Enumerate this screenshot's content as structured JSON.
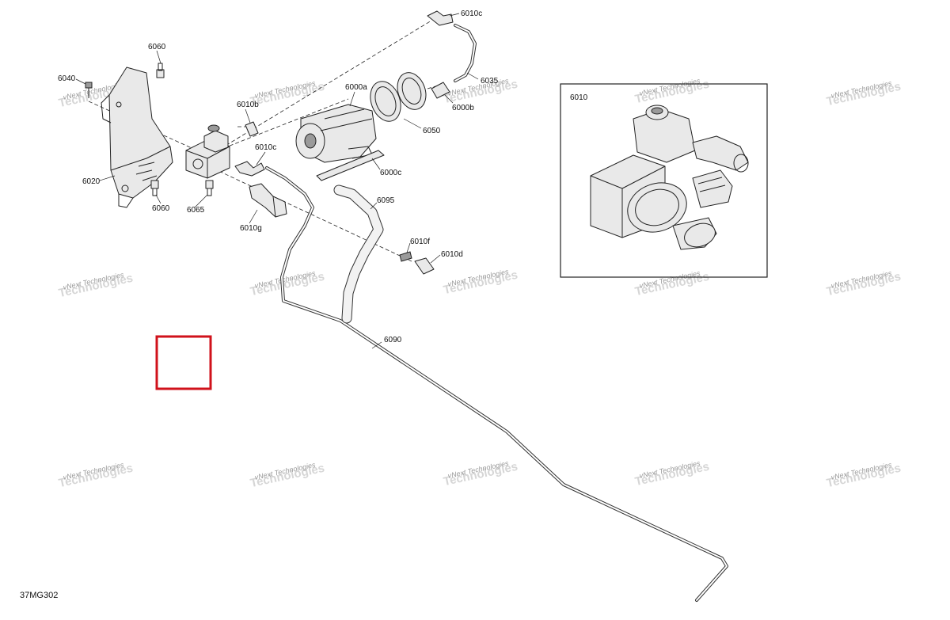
{
  "diagram_code": "37MG302",
  "callouts": [
    {
      "id": "c6010c-top",
      "text": "6010c"
    },
    {
      "id": "c6060-top",
      "text": "6060"
    },
    {
      "id": "c6040",
      "text": "6040"
    },
    {
      "id": "c6010b-left",
      "text": "6010b"
    },
    {
      "id": "c6000a",
      "text": "6000a"
    },
    {
      "id": "c6035",
      "text": "6035"
    },
    {
      "id": "c6000b",
      "text": "6000b"
    },
    {
      "id": "c6050",
      "text": "6050"
    },
    {
      "id": "c6010c-mid",
      "text": "6010c"
    },
    {
      "id": "c6000c",
      "text": "6000c"
    },
    {
      "id": "c6020",
      "text": "6020"
    },
    {
      "id": "c6060-bot",
      "text": "6060"
    },
    {
      "id": "c6065",
      "text": "6065"
    },
    {
      "id": "c6010g",
      "text": "6010g"
    },
    {
      "id": "c6095",
      "text": "6095"
    },
    {
      "id": "c6010f",
      "text": "6010f"
    },
    {
      "id": "c6010d",
      "text": "6010d"
    },
    {
      "id": "c6090",
      "text": "6090"
    }
  ],
  "detail_view": {
    "label": "6010"
  },
  "watermark": {
    "line1": "vNext Technologies",
    "line2": "Technologies"
  },
  "highlight_box_color": "#d0121b"
}
